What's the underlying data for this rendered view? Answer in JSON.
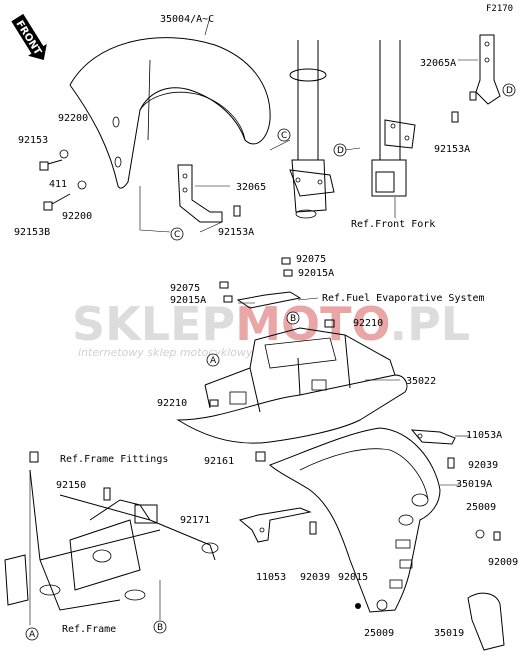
{
  "diagram_code": "F2170",
  "front_badge": "FRONT",
  "watermark": {
    "main_left": "SKLEP",
    "main_accent": "MOTO",
    "main_right": ".PL",
    "subtitle": "internetowy sklep motocyklowy"
  },
  "callouts": {
    "A": "A",
    "B": "B",
    "C": "C",
    "D": "D"
  },
  "parts": {
    "p35004": "35004/A~C",
    "p92200_top": "92200",
    "p92153": "92153",
    "p411": "411",
    "p92200_bottom": "92200",
    "p92153B": "92153B",
    "p32065": "32065",
    "p92153A_left": "92153A",
    "p32065A": "32065A",
    "p92153A_right": "92153A",
    "p92075_top": "92075",
    "p92015A_top": "92015A",
    "p92075_left": "92075",
    "p92015A_left": "92015A",
    "p92210_top": "92210",
    "p35022": "35022",
    "p92210_left": "92210",
    "p11053A": "11053A",
    "p92161": "92161",
    "p92039_right": "92039",
    "p35019A": "35019A",
    "p92150": "92150",
    "p92171": "92171",
    "p25009_top": "25009",
    "p92009": "92009",
    "p11053": "11053",
    "p92039_bottom": "92039",
    "p92015": "92015",
    "p25009_bottom": "25009",
    "p35019": "35019"
  },
  "references": {
    "front_fork": "Ref.Front Fork",
    "fuel_evap": "Ref.Fuel Evaporative System",
    "frame_fittings": "Ref.Frame Fittings",
    "frame": "Ref.Frame"
  }
}
